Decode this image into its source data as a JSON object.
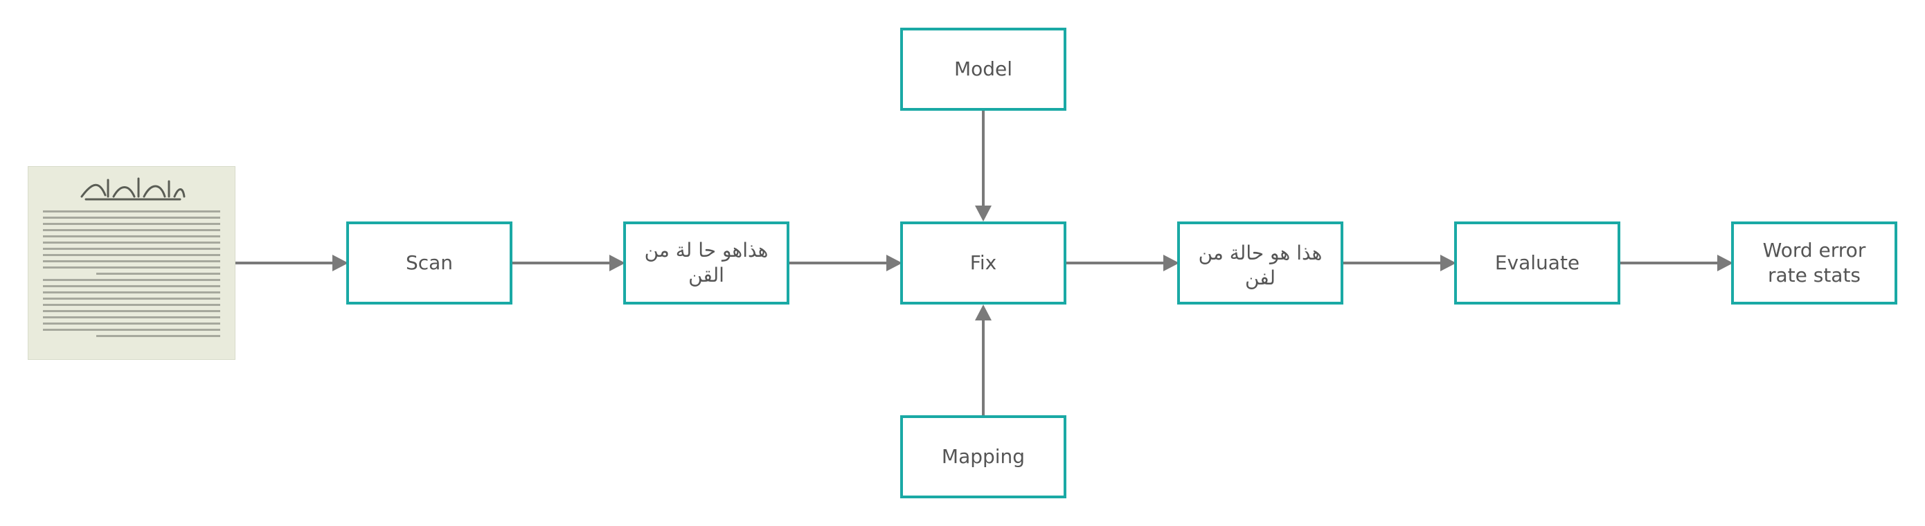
{
  "diagram": {
    "source_image": {
      "alt": "scanned Arabic text page"
    },
    "nodes": {
      "scan": "Scan",
      "ocr_output": "هذاهو حا لة من القن",
      "fix": "Fix",
      "model": "Model",
      "mapping": "Mapping",
      "corrected": "هذا هو حالة من لفن",
      "evaluate": "Evaluate",
      "result": "Word error rate stats"
    },
    "colors": {
      "box_border": "#1aa9a5",
      "arrow": "#7a7a7a",
      "text": "#555555"
    }
  }
}
